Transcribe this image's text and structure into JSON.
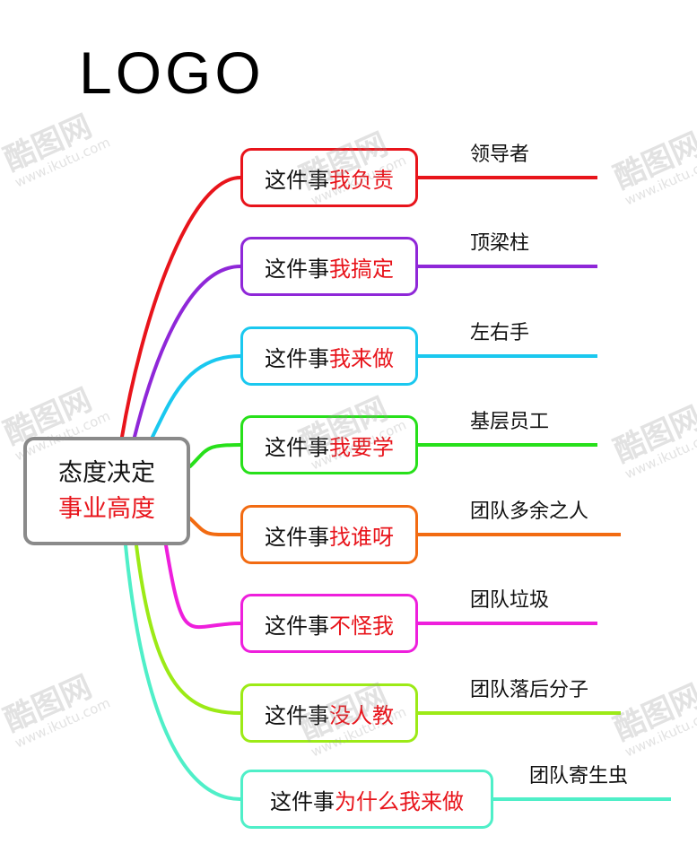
{
  "logo": "LOGO",
  "root": {
    "line1": "态度决定",
    "line2": "事业高度",
    "border_color": "#8a8a8a"
  },
  "branches": [
    {
      "prefix": "这件事",
      "emphasis": "我负责",
      "label": "领导者",
      "color": "#e8141b"
    },
    {
      "prefix": "这件事",
      "emphasis": "我搞定",
      "label": "顶梁柱",
      "color": "#8f27d8"
    },
    {
      "prefix": "这件事",
      "emphasis": "我来做",
      "label": "左右手",
      "color": "#1ac8ef"
    },
    {
      "prefix": "这件事",
      "emphasis": "我要学",
      "label": "基层员工",
      "color": "#27e01a"
    },
    {
      "prefix": "这件事",
      "emphasis": "找谁呀",
      "label": "团队多余之人",
      "color": "#f26b12"
    },
    {
      "prefix": "这件事",
      "emphasis": "不怪我",
      "label": "团队垃圾",
      "color": "#ee1fdc"
    },
    {
      "prefix": "这件事",
      "emphasis": "没人教",
      "label": "团队落后分子",
      "color": "#9cea16"
    },
    {
      "prefix": "这件事",
      "emphasis": "为什么我来做",
      "label": "团队寄生虫",
      "color": "#4fefc8"
    }
  ],
  "watermark": {
    "brand": "酷图网",
    "url": "www.ikutu.com"
  }
}
